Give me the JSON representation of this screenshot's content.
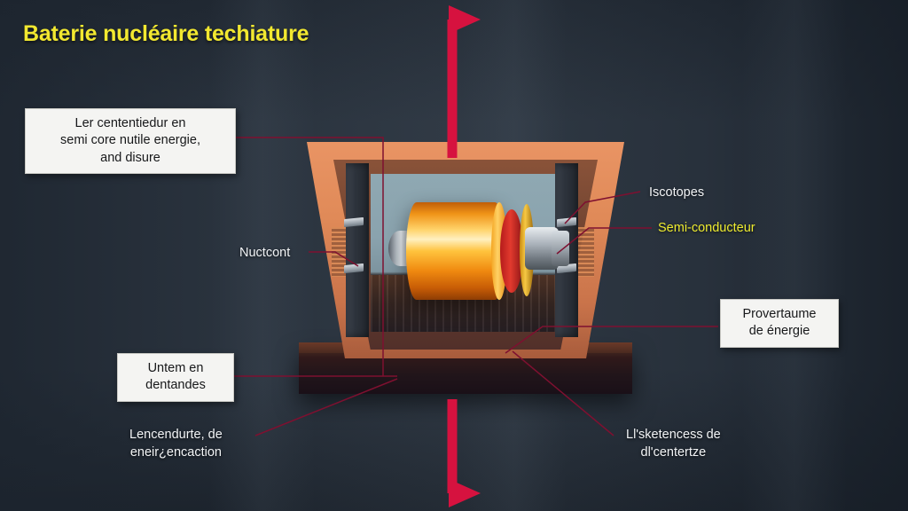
{
  "title": "Baterie nucléaire techiature",
  "theme": {
    "background_dark": "#2a333e",
    "title_color": "#f2e830",
    "accent_label_color": "#eeeb2f",
    "arrow_color": "#d6123f",
    "leader_color": "#7e1030",
    "callout_box_bg": "#f4f4f2",
    "callout_box_text": "#17181a",
    "plain_label_color": "#f2f4f6"
  },
  "labels": {
    "top_left_callout": "Ler cententiedur en\nsemi core nutile energie,\nand disure",
    "nuctcont": "Nuctcont",
    "iscotopes": "Iscotopes",
    "semi_conducteur": "Semi-conducteur",
    "provertaume": "Provertaume\nde énergie",
    "untem": "Untem en\ndentandes",
    "lencendurte": "Lencendurte, de\neneir¿encaction",
    "sketencess": "Ll'sketencess de\ndl'centertze"
  },
  "diagram": {
    "device_name": "nuclear-battery-cutaway",
    "parts": [
      "copper-frame",
      "dark-base-slab",
      "left-pillar",
      "right-pillar",
      "golden-cylinder-core",
      "red-collar",
      "metal-shaft",
      "cooling-fins"
    ],
    "arrows": [
      {
        "name": "energy-out-top",
        "direction": "up-then-right"
      },
      {
        "name": "energy-out-bottom",
        "direction": "down-then-right"
      }
    ]
  }
}
